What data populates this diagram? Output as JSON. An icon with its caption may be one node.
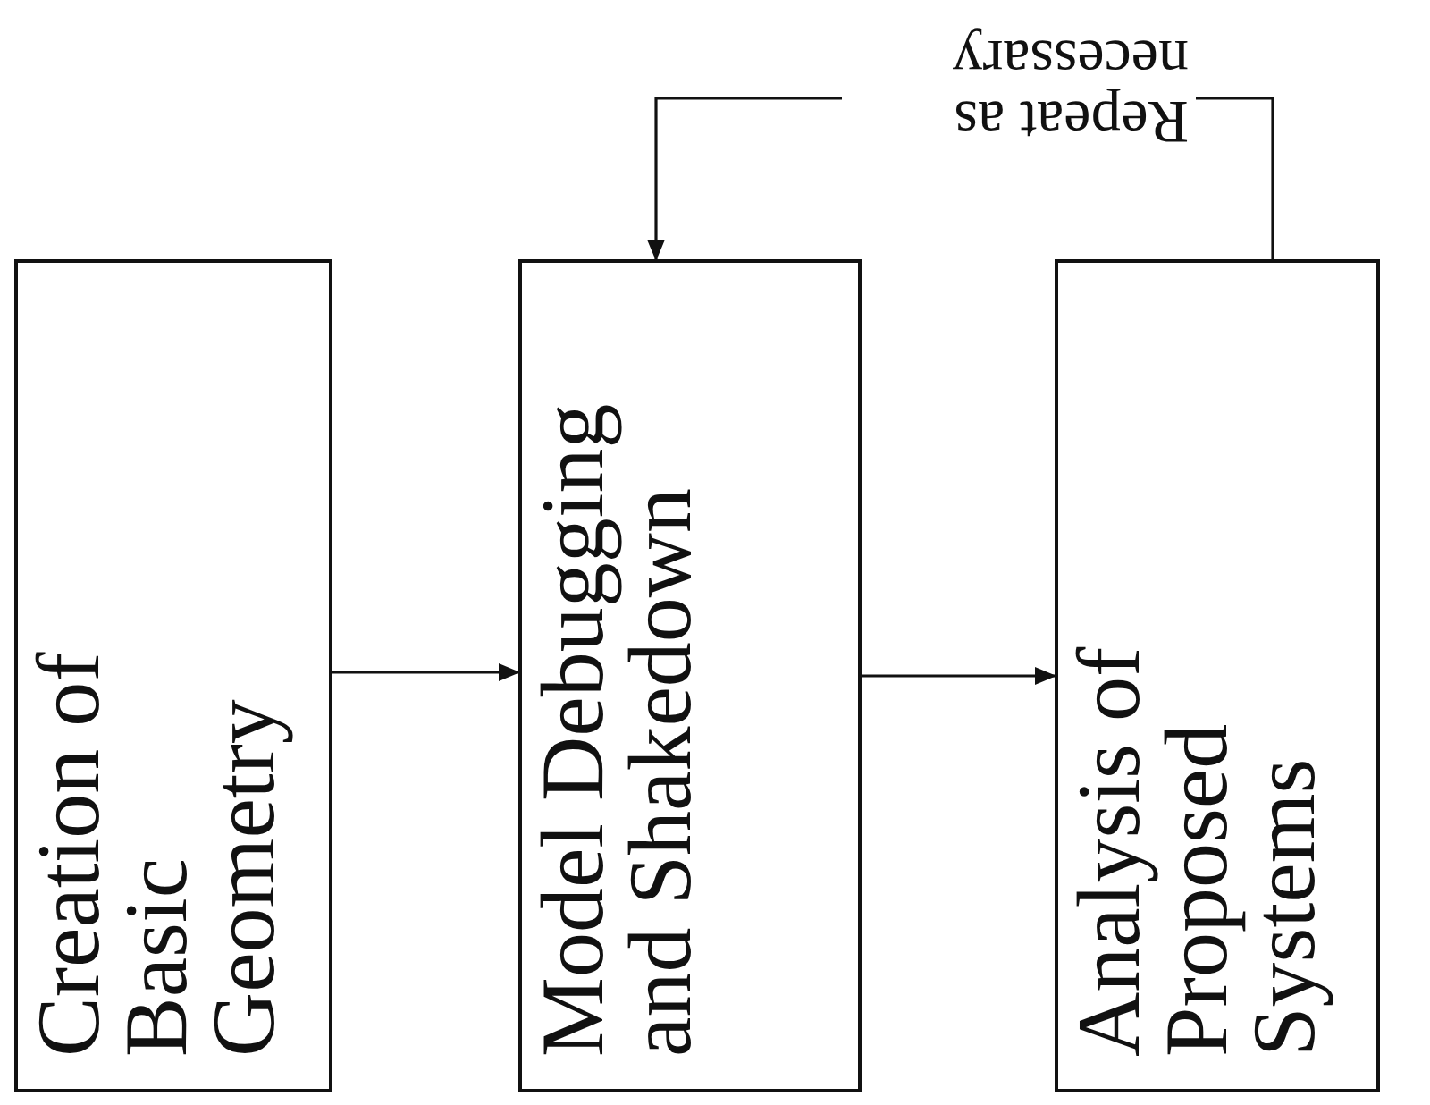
{
  "diagram": {
    "nodes": [
      {
        "text": [
          "Creation of Basic Geometry"
        ]
      },
      {
        "text": [
          "Model Debugging and Shakedown"
        ]
      },
      {
        "text": [
          "Analysis of Proposed Systems"
        ]
      }
    ],
    "edges": [
      {
        "from": 0,
        "to": 1,
        "arrow": "to"
      },
      {
        "from": 1,
        "to": 2,
        "arrow": "to"
      },
      {
        "from": 2,
        "to": 1,
        "arrow": "to",
        "label": "Repeat as necessary"
      }
    ]
  }
}
